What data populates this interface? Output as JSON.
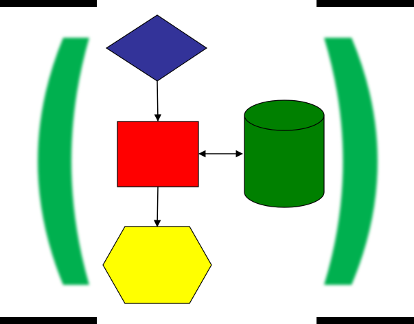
{
  "colors": {
    "background": "#ffffff",
    "bracket": "#00b050",
    "corner_bars": "#000000",
    "outline": "#000000",
    "arrow": "#000000"
  },
  "nodes": [
    {
      "name": "diamond",
      "shape": "diamond",
      "fill": "#333399"
    },
    {
      "name": "rectangle",
      "shape": "rectangle",
      "fill": "#ff0000"
    },
    {
      "name": "cylinder",
      "shape": "cylinder",
      "fill": "#008000"
    },
    {
      "name": "hexagon",
      "shape": "hexagon",
      "fill": "#ffff00"
    }
  ],
  "edges": [
    {
      "from": "diamond",
      "to": "rectangle",
      "direction": "forward"
    },
    {
      "from": "rectangle",
      "to": "hexagon",
      "direction": "forward"
    },
    {
      "from": "rectangle",
      "to": "cylinder",
      "direction": "both"
    }
  ]
}
